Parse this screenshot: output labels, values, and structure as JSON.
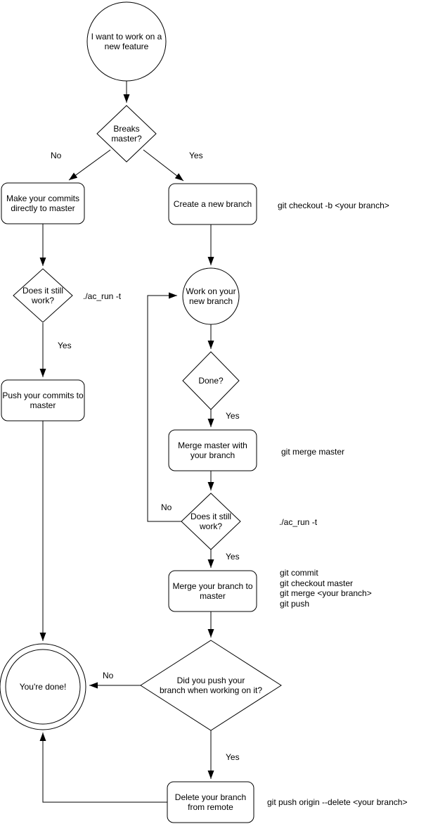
{
  "nodes": {
    "start": "I want to work on a new feature",
    "breaks_master": "Breaks master?",
    "make_commits": "Make your commits directly to master",
    "create_branch": "Create a new branch",
    "still_work_1": "Does it still work?",
    "work_branch": "Work on your new branch",
    "push_commits": "Push your commits to master",
    "done_q": "Done?",
    "merge_master": "Merge master with your branch",
    "still_work_2": "Does it still work?",
    "merge_branch": "Merge your branch to master",
    "did_push_lines": [
      "Did you push your",
      "branch when working on it?"
    ],
    "youre_done": "You're done!",
    "delete_branch": "Delete your branch from remote"
  },
  "edge_labels": {
    "breaks_no": "No",
    "breaks_yes": "Yes",
    "still1_yes": "Yes",
    "done_yes": "Yes",
    "still2_no": "No",
    "still2_yes": "Yes",
    "push_no": "No",
    "push_yes": "Yes"
  },
  "annotations": {
    "checkout": "git checkout -b <your branch>",
    "acrun_1": "./ac_run -t",
    "merge_master": "git merge master",
    "acrun_2": "./ac_run -t",
    "merge_branch_cmds": [
      "git commit",
      "git checkout master",
      "git merge <your branch>",
      "git push"
    ],
    "delete_remote": "git push origin --delete <your branch>"
  },
  "colors": {
    "stroke": "#000000",
    "fill": "#ffffff",
    "text": "#000000"
  }
}
